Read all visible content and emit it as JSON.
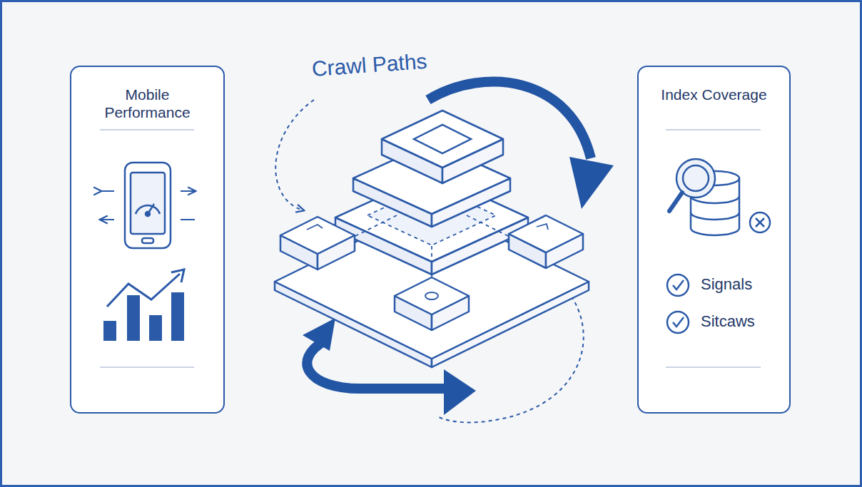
{
  "diagram": {
    "nodes": [
      {
        "text": [
          "Mobile Performance"
        ]
      },
      {
        "text": [
          "Index Coverage"
        ]
      }
    ],
    "labels": [
      "Crawl Paths",
      "Signals",
      "Sitcaws"
    ]
  }
}
